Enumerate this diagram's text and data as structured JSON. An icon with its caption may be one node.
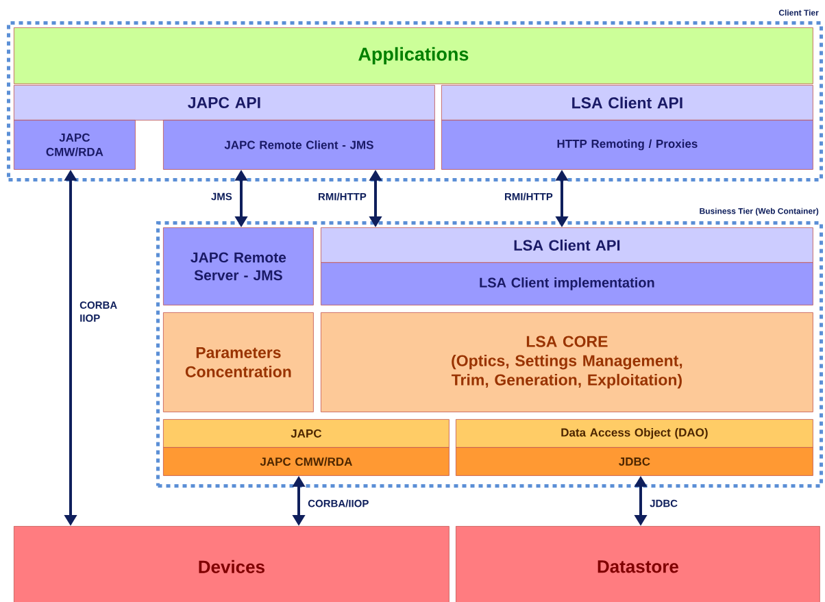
{
  "diagram": {
    "nodes": [
      {
        "text": [
          "Client Tier"
        ]
      },
      {
        "text": [
          "Applications"
        ],
        "in": 0
      },
      {
        "text": [
          "JAPC API"
        ],
        "in": 0
      },
      {
        "text": [
          "JAPC CMW/RDA"
        ],
        "in": 0
      },
      {
        "text": [
          "JAPC Remote Client - JMS"
        ],
        "in": 0
      },
      {
        "text": [
          "LSA Client API"
        ],
        "in": 0
      },
      {
        "text": [
          "HTTP Remoting / Proxies"
        ],
        "in": 0
      },
      {
        "text": [
          "Business Tier (Web Container)"
        ]
      },
      {
        "text": [
          "JAPC Remote Server - JMS"
        ],
        "in": 7
      },
      {
        "text": [
          "LSA Client API"
        ],
        "in": 7
      },
      {
        "text": [
          "LSA Client implementation"
        ],
        "in": 7
      },
      {
        "text": [
          "Parameters Concentration"
        ],
        "in": 7
      },
      {
        "text": [
          "LSA CORE",
          "(Optics, Settings Management, Trim, Generation, Exploitation)"
        ],
        "in": 7
      },
      {
        "text": [
          "JAPC"
        ],
        "in": 7
      },
      {
        "text": [
          "JAPC CMW/RDA"
        ],
        "in": 7
      },
      {
        "text": [
          "Data Access Object (DAO)"
        ],
        "in": 7
      },
      {
        "text": [
          "JDBC"
        ],
        "in": 7
      },
      {
        "text": [
          "Devices"
        ]
      },
      {
        "text": [
          "Datastore"
        ]
      }
    ],
    "edges": [
      {
        "from": 3,
        "to": 17,
        "arrow": "both",
        "label": "CORBA IIOP"
      },
      {
        "from": 4,
        "to": 8,
        "arrow": "both",
        "label": "JMS"
      },
      {
        "from": 4,
        "to": 9,
        "arrow": "both",
        "label": "RMI/HTTP"
      },
      {
        "from": 6,
        "to": 9,
        "arrow": "both",
        "label": "RMI/HTTP"
      },
      {
        "from": 14,
        "to": 17,
        "arrow": "both",
        "label": "CORBA/IIOP"
      },
      {
        "from": 16,
        "to": 18,
        "arrow": "both",
        "label": "JDBC"
      }
    ]
  }
}
